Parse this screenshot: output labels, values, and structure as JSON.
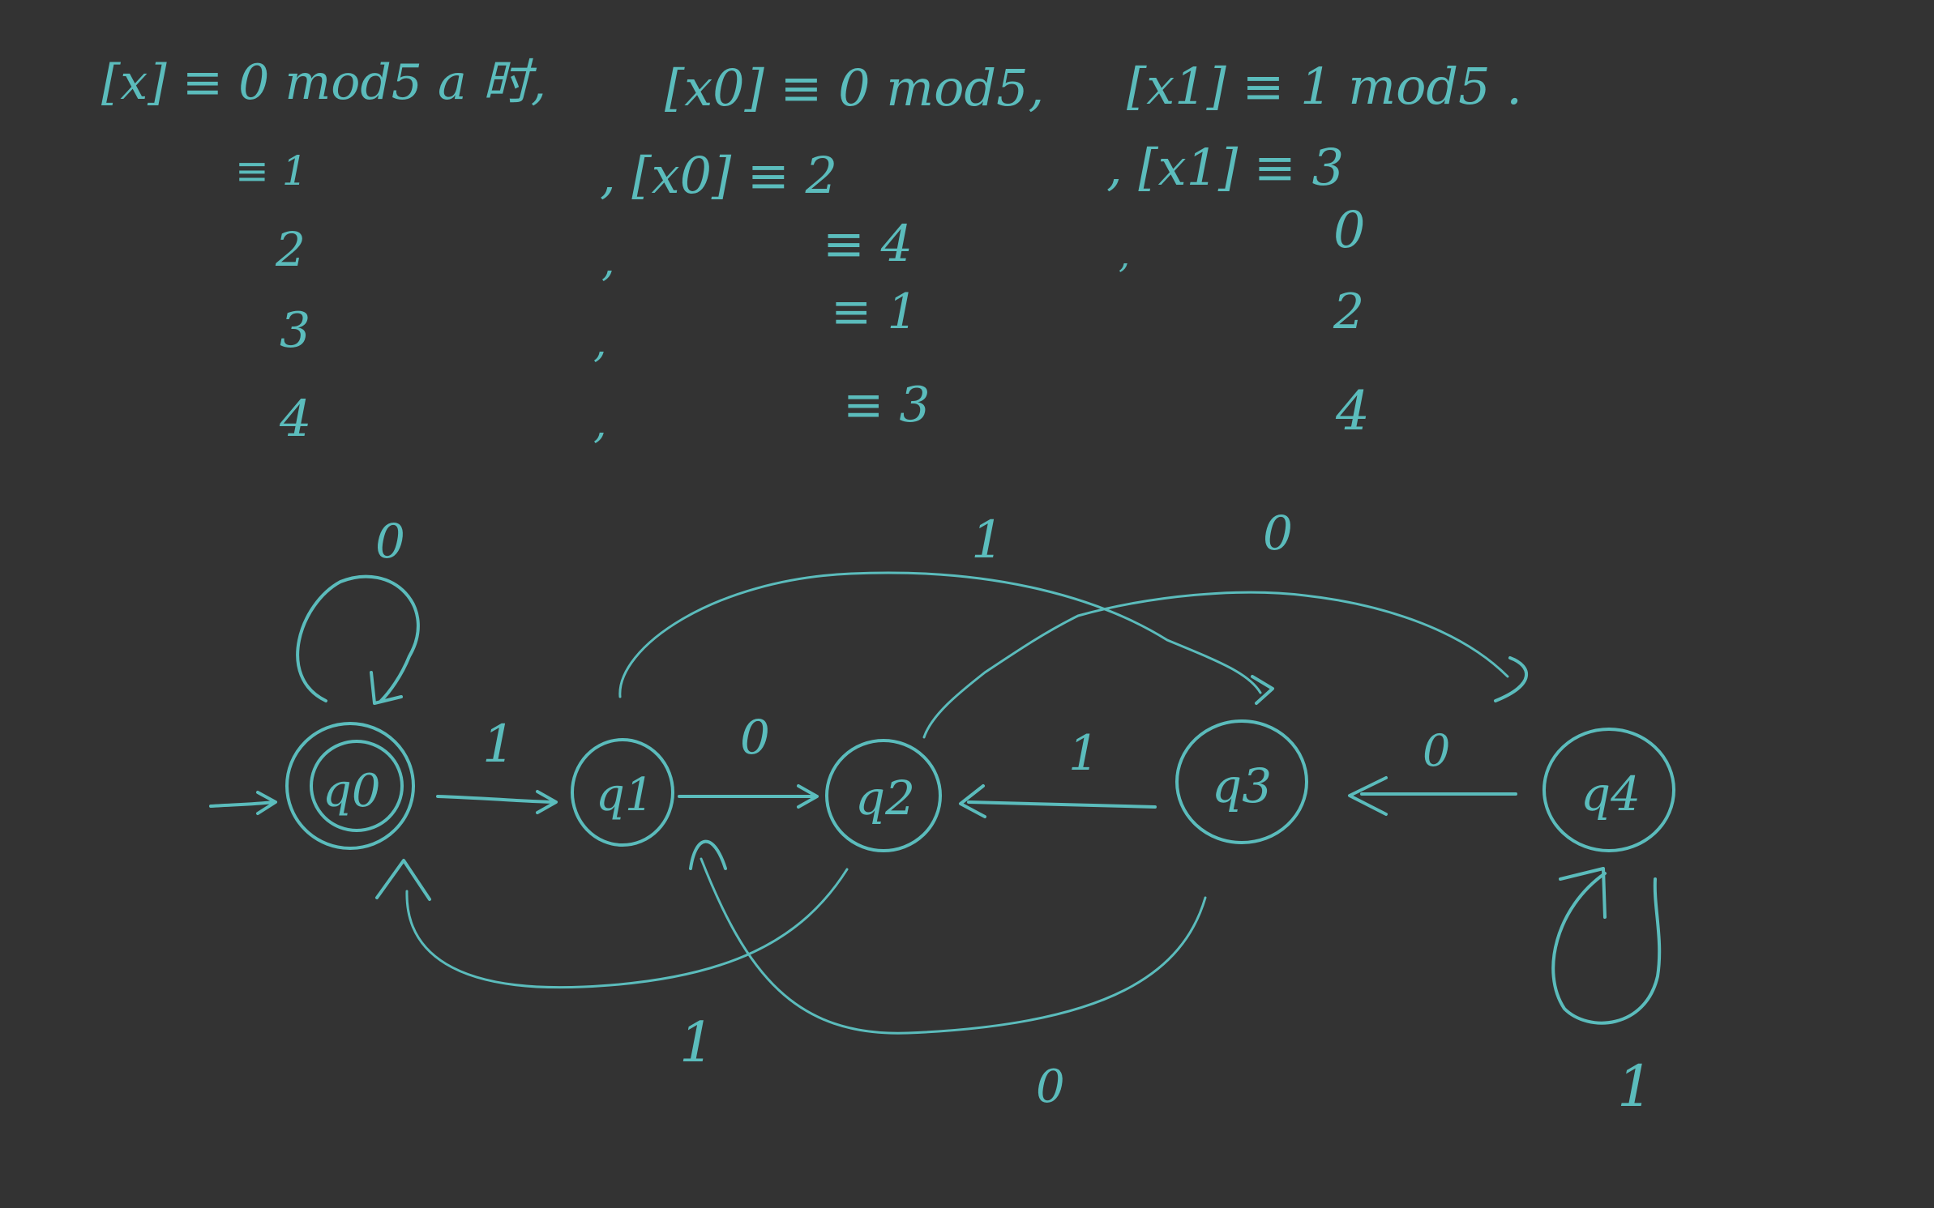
{
  "colors": {
    "background": "#333333",
    "ink": "#5bbcbc"
  },
  "header": {
    "line1": {
      "part1": "[x] ≡ 0  mod5  a 时,",
      "part2": "[x0] ≡ 0  mod5,",
      "part3": "[x1] ≡ 1  mod5 ."
    },
    "rows": [
      {
        "left": "≡ 1",
        "mid": ", [x0] ≡ 2",
        "right": ", [x1] ≡ 3"
      },
      {
        "left": "2",
        "mid": "≡ 4",
        "right": "0"
      },
      {
        "left": "3",
        "mid": "≡ 1",
        "right": "2"
      },
      {
        "left": "4",
        "mid": "≡ 3",
        "right": "4"
      }
    ],
    "commas": [
      ",",
      ",",
      ",",
      ","
    ]
  },
  "states": [
    {
      "label": "q0",
      "accepting": true,
      "initial": true
    },
    {
      "label": "q1"
    },
    {
      "label": "q2"
    },
    {
      "label": "q3"
    },
    {
      "label": "q4"
    }
  ],
  "transitions": [
    {
      "from": "q0",
      "to": "q0",
      "symbol": "0"
    },
    {
      "from": "q0",
      "to": "q1",
      "symbol": "1"
    },
    {
      "from": "q1",
      "to": "q2",
      "symbol": "0"
    },
    {
      "from": "q1",
      "to": "q3",
      "symbol": "1"
    },
    {
      "from": "q2",
      "to": "q0",
      "symbol": "1"
    },
    {
      "from": "q2",
      "to": "q4",
      "symbol": "0"
    },
    {
      "from": "q3",
      "to": "q1",
      "symbol": "0"
    },
    {
      "from": "q3",
      "to": "q2",
      "symbol": "1"
    },
    {
      "from": "q4",
      "to": "q3",
      "symbol": "0"
    },
    {
      "from": "q4",
      "to": "q4",
      "symbol": "1"
    }
  ]
}
